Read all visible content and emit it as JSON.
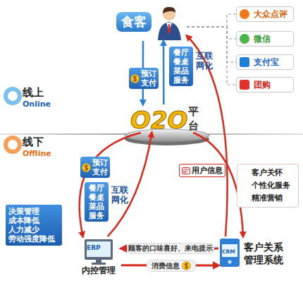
{
  "diagram": {
    "nodes": [
      {
        "text": [
          "食客"
        ]
      },
      {
        "text": [
          "大众点评"
        ]
      },
      {
        "text": [
          "微信"
        ]
      },
      {
        "text": [
          "支付宝"
        ]
      },
      {
        "text": [
          "团购"
        ]
      },
      {
        "text": [
          "O2O",
          "平台"
        ]
      },
      {
        "text": [
          "客户关怀 个性化服务 精准营销"
        ]
      },
      {
        "text": [
          "决策管理 成本降低 人力减少 劳动强度降低"
        ]
      },
      {
        "text": [
          "ERP",
          "内控管理"
        ]
      },
      {
        "text": [
          "CRM",
          "客户关系管理系统"
        ]
      }
    ],
    "edges": [
      {
        "from": 0,
        "to": 5,
        "label": "预订 支付",
        "arrow": "to"
      },
      {
        "from": 5,
        "to": 0,
        "label": "餐厅 餐桌 菜品 服务",
        "arrow": "to"
      },
      {
        "from": 0,
        "to": 1,
        "arrow": "none"
      },
      {
        "from": 0,
        "to": 2,
        "arrow": "none"
      },
      {
        "from": 0,
        "to": 3,
        "arrow": "none"
      },
      {
        "from": 0,
        "to": 4,
        "arrow": "none"
      },
      {
        "from": 9,
        "to": 0,
        "arrow": "to"
      },
      {
        "from": 5,
        "to": 8,
        "label": "预订 支付",
        "arrow": "to"
      },
      {
        "from": 8,
        "to": 5,
        "label": "餐厅 餐桌 菜品 服务",
        "arrow": "to"
      },
      {
        "from": 5,
        "to": 9,
        "label": "用户信息",
        "arrow": "to"
      },
      {
        "from": 9,
        "to": 8,
        "label": "顾客的口味喜好、来电提示",
        "arrow": "to"
      },
      {
        "from": 8,
        "to": 9,
        "label": "消费信息",
        "arrow": "to"
      }
    ],
    "labels": [
      "线上",
      "Online",
      "线下",
      "Offline",
      "互联网化",
      "互联网化"
    ]
  }
}
